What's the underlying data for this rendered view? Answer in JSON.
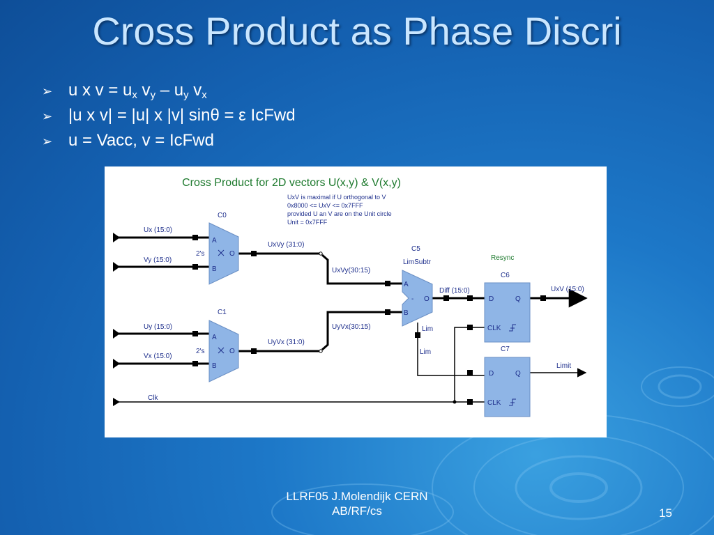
{
  "slide": {
    "title": "Cross Product as Phase Discri",
    "bullets": [
      {
        "parts": [
          {
            "t": "u x v = u"
          },
          {
            "sub": "x"
          },
          {
            "t": " v"
          },
          {
            "sub": "y"
          },
          {
            "t": " – u"
          },
          {
            "sub": "y"
          },
          {
            "t": " v"
          },
          {
            "sub": "x"
          }
        ]
      },
      {
        "parts": [
          {
            "t": "|u x v| = |u| x |v| sinθ = ε IcFwd"
          }
        ]
      },
      {
        "parts": [
          {
            "t": "u = Vacc, v = IcFwd"
          }
        ]
      }
    ],
    "footer_line1": "LLRF05 J.Molendijk CERN",
    "footer_line2": "AB/RF/cs",
    "page_number": "15"
  },
  "diagram": {
    "title": "Cross Product for 2D vectors U(x,y) & V(x,y)",
    "notes": [
      "UxV is maximal if U orthogonal to V",
      "0x8000 <= UxV <= 0x7FFF",
      "provided U an V are on the Unit circle",
      "Unit = 0x7FFF"
    ],
    "blocks": {
      "c0": {
        "name": "C0",
        "port_a": "A",
        "port_b": "B",
        "op": "2's",
        "out": "O"
      },
      "c1": {
        "name": "C1",
        "port_a": "A",
        "port_b": "B",
        "op": "2's",
        "out": "O"
      },
      "c5": {
        "name": "C5",
        "sub": "LimSubtr",
        "port_a": "A",
        "port_b": "B",
        "op": "-",
        "out": "O",
        "lim": "Lim"
      },
      "c6": {
        "name": "C6",
        "d": "D",
        "q": "Q",
        "clk": "CLK"
      },
      "c7": {
        "name": "C7",
        "d": "D",
        "q": "Q",
        "clk": "CLK"
      }
    },
    "signals": {
      "ux": "Ux (15:0)",
      "vy": "Vy (15:0)",
      "uy": "Uy (15:0)",
      "vx": "Vx (15:0)",
      "uxvy_full": "UxVy (31:0)",
      "uxvy_slice": "UxVy(30:15)",
      "uyvx_full": "UyVx (31:0)",
      "uyvx_slice": "UyVx(30:15)",
      "diff": "Diff (15:0)",
      "uxv_out": "UxV (15:0)",
      "lim": "Lim",
      "limit": "Limit",
      "clk": "Clk",
      "resync": "Resync"
    },
    "colors": {
      "block_fill": "#8fb5e6",
      "block_stroke": "#6a8fc4",
      "label": "#1e2f8c",
      "title": "#1e7a2e"
    }
  }
}
